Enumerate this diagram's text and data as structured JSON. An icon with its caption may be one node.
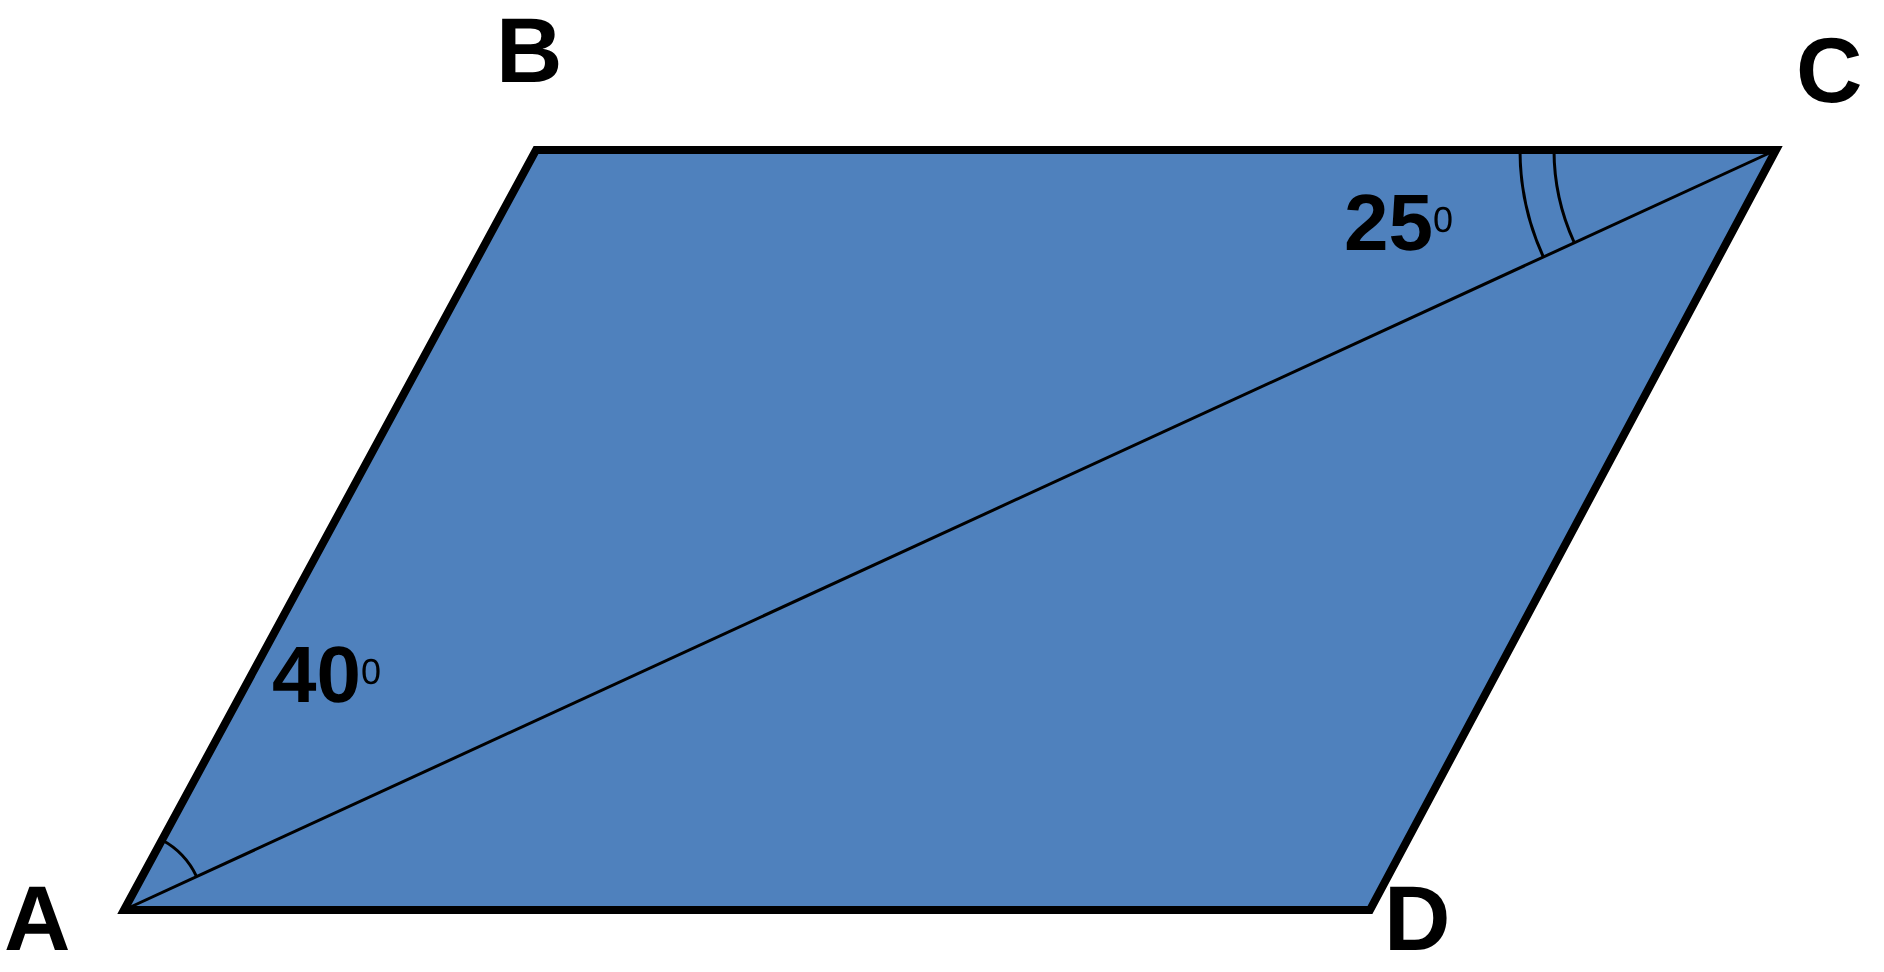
{
  "diagram": {
    "labels": [
      "B",
      "C",
      "25$^{0}$",
      "40$^{0}$",
      "A",
      "D"
    ]
  }
}
